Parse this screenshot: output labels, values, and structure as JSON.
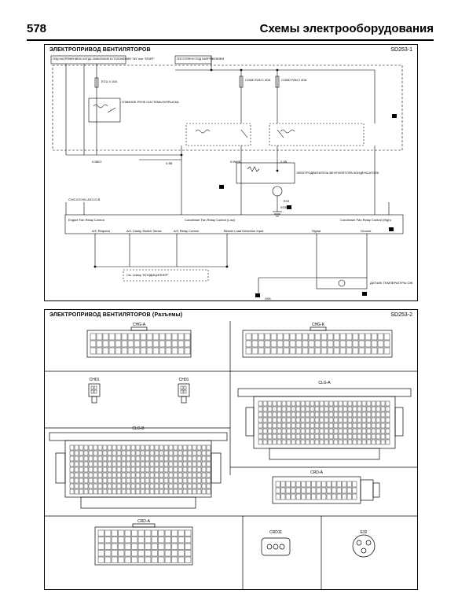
{
  "header": {
    "page_number": "578",
    "title": "Схемы электрооборудования"
  },
  "panel1": {
    "title": "ЭЛЕКТРОПРИВОД ВЕНТИЛЯТОРОВ",
    "code": "SD253-1",
    "labels": {
      "ign_box": "ПОД НАПРЯЖЕНИЕМ, КОГДА ЗАЖИГАНИЕ В ПОЛОЖЕНИИ \"ON\" или \"START\"",
      "const_box": "ПОСТОЯННО ПОД НАПРЯЖЕНИЕМ",
      "relay_main": "ГЛАВНОЕ РЕЛЕ СИСТЕМЫ ВПРЫСКА",
      "ecu_fuse": "ECU 4 10A",
      "cond_fan1": "COND FAN 1 40A",
      "cond_fan2": "COND FAN 2 40A",
      "motor": "ЭЛЕКТРОДВИГАТЕЛЬ ВЕНТИЛЯТОРА КОНДЕНСАТОРА",
      "ecu_box": "Engine Fan Relay Control",
      "fan_low": "Condenser Fan Relay Control (Low)",
      "fan_high": "Condenser Fan Relay Control (High)",
      "sensor": "ДАТЧИК ТЕМПЕРАТУРЫ ОЖ",
      "ac_box": "См. схему \"КОНДИЦИОНЕР\"",
      "ground": "G06",
      "wire_1": "0.5B",
      "wire_2": "0.5B/O",
      "wire_3": "0.5W/B",
      "wire_4": "2.0B",
      "wire_5": "E03",
      "wire_6": "E03D",
      "conn_pinout": "CHG-K/CHG-A/CLG-B",
      "sig_1": "A/C Request",
      "sig_2": "A/C Clamp Switch Sense",
      "sig_3": "A/C Relay Control",
      "sig_4": "Blower Load Detection Input",
      "sig_5": "Signal",
      "sig_6": "Ground"
    }
  },
  "panel2": {
    "title": "ЭЛЕКТРОПРИВОД ВЕНТИЛЯТОРОВ (Разъемы)",
    "code": "SD253-2",
    "connectors": {
      "chg_a": "CHG-A",
      "chg_k": "CHG-K",
      "ch01": "CH01",
      "ch01_2": "CH01",
      "clg_a": "CLG-A",
      "clg_b": "CLG-B",
      "crd_a": "CRD-A",
      "crd_b": "CRD-A",
      "crd11": "CRD11",
      "e32": "E32"
    }
  }
}
